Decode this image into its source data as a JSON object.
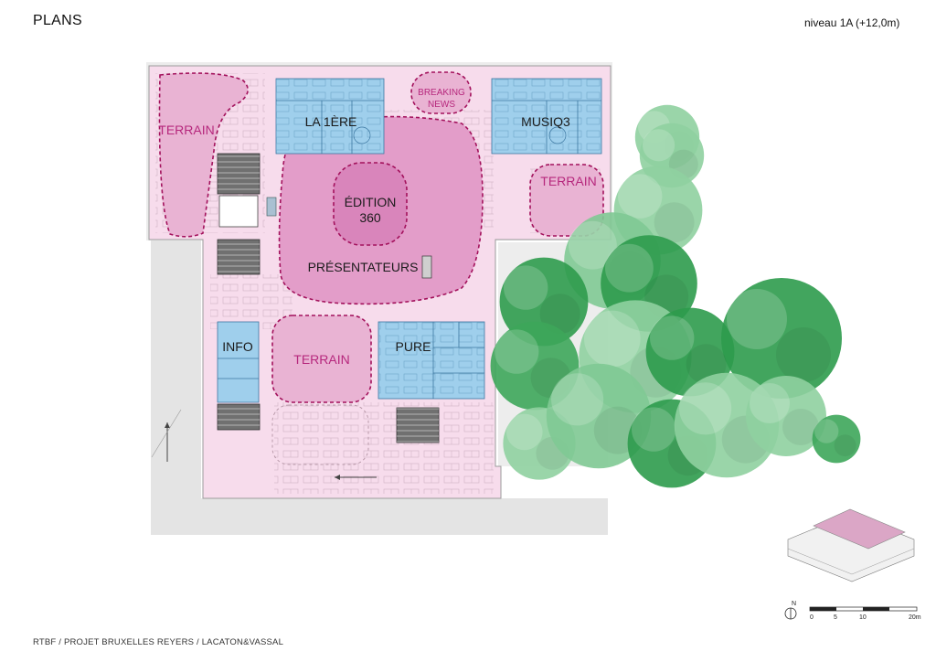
{
  "header": {
    "title": "PLANS",
    "level": "niveau 1A (+12,0m)"
  },
  "footer": {
    "credit": "RTBF / PROJET BRUXELLES REYERS / LACATON&VASSAL"
  },
  "zones": {
    "terrain_left": "TERRAIN",
    "la1ere": "LA 1ÈRE",
    "breaking_line1": "BREAKING",
    "breaking_line2": "NEWS",
    "musiq3": "MUSIQ3",
    "terrain_right": "TERRAIN",
    "edition_line1": "ÉDITION",
    "edition_line2": "360",
    "presentateurs": "PRÉSENTATEURS",
    "info": "INFO",
    "terrain_center": "TERRAIN",
    "pure": "PURE"
  },
  "scale": {
    "north": "N",
    "ticks": [
      "0",
      "5",
      "10",
      "20m"
    ]
  },
  "colors": {
    "floor": "#f7dcec",
    "studio_blue": "#9fcfec",
    "zone_pink": "#e9a6cf",
    "dashed_outline": "#a3115c",
    "label_magenta": "#b6287d",
    "corridor_gray": "#e4e4e4",
    "tree_dark": "#2e9b4c",
    "tree_light": "#8fd0a0"
  }
}
